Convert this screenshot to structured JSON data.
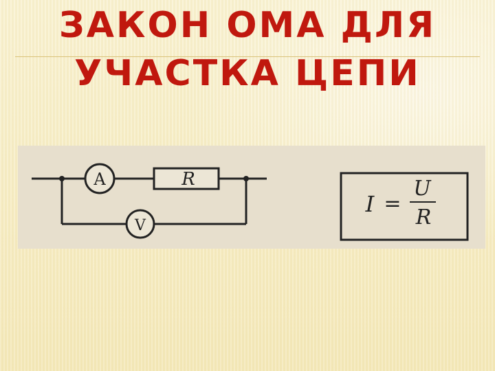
{
  "slide": {
    "title_line1": "ЗАКОН ОМА ДЛЯ",
    "title_line2": "УЧАСТКА ЦЕПИ"
  },
  "circuit": {
    "ammeter_label": "A",
    "resistor_label": "R",
    "voltmeter_label": "V"
  },
  "formula": {
    "lhs": "I",
    "equals": "=",
    "numerator": "U",
    "denominator": "R"
  }
}
